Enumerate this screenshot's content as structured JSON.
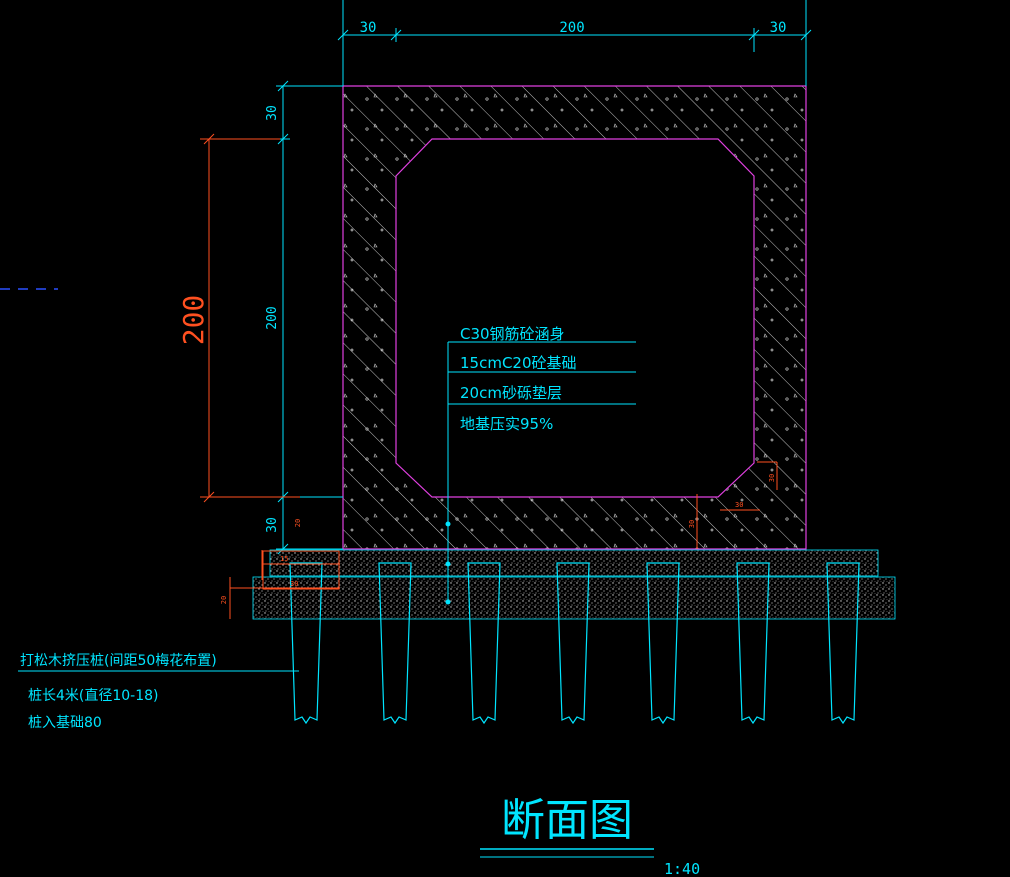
{
  "drawing": {
    "top_dims": {
      "left": "30",
      "middle": "200",
      "right": "30"
    },
    "left_dims": {
      "top": "30",
      "middle": "200",
      "bottom": "30",
      "overall": "200"
    },
    "callouts": [
      "C30钢筋砼涵身",
      "15cmC20砼基础",
      "20cm砂砾垫层",
      "地基压实95%"
    ],
    "small_dims": {
      "fillet_v": "30",
      "fillet_h": "30",
      "base_a": "20",
      "base_b": "15",
      "base_c": "20",
      "wing": "30"
    },
    "pile_note": {
      "line1": "打松木挤压桩(间距50梅花布置)",
      "line2": "桩长4米(直径10-18)",
      "line3": "桩入基础80"
    },
    "title": "断面图",
    "scale": "1:40"
  },
  "colors": {
    "background": "#000000",
    "structure": "#e040e0",
    "dimension": "#00ffff",
    "dimension_red": "#ff5020",
    "hatch": "#ffffff",
    "layer_blue": "#2a50ff"
  }
}
